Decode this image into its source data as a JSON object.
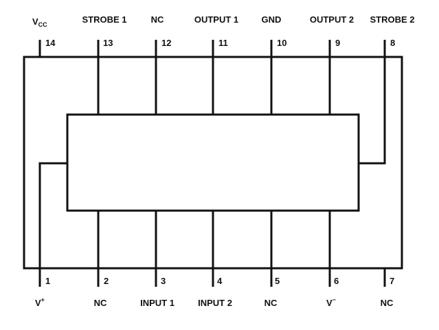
{
  "pins_top": [
    {
      "number": "14",
      "name": "V",
      "name_sub": "CC"
    },
    {
      "number": "13",
      "name": "STROBE 1"
    },
    {
      "number": "12",
      "name": "NC"
    },
    {
      "number": "11",
      "name": "OUTPUT 1"
    },
    {
      "number": "10",
      "name": "GND"
    },
    {
      "number": "9",
      "name": "OUTPUT 2"
    },
    {
      "number": "8",
      "name": "STROBE 2"
    }
  ],
  "pins_bottom": [
    {
      "number": "1",
      "name": "V",
      "name_sup": "+"
    },
    {
      "number": "2",
      "name": "NC"
    },
    {
      "number": "3",
      "name": "INPUT 1"
    },
    {
      "number": "4",
      "name": "INPUT 2"
    },
    {
      "number": "5",
      "name": "NC"
    },
    {
      "number": "6",
      "name": "V",
      "name_sup": "−"
    },
    {
      "number": "7",
      "name": "NC"
    }
  ]
}
